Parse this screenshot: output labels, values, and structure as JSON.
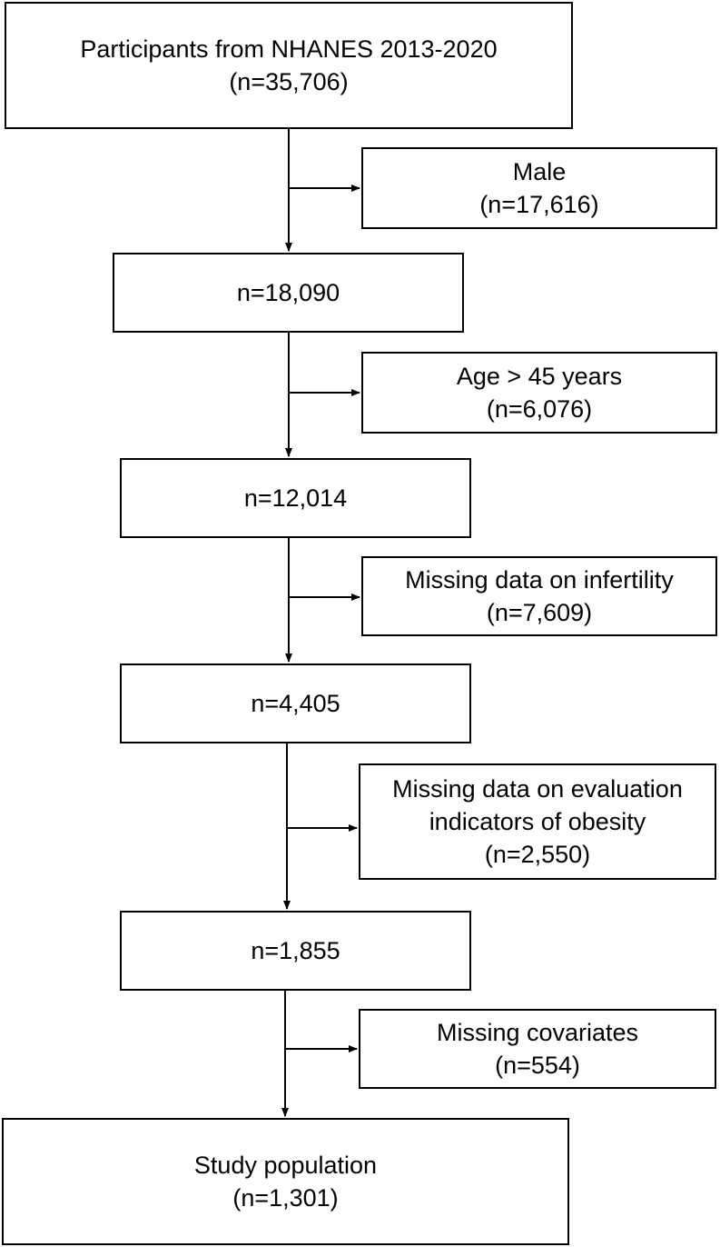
{
  "flowchart": {
    "start": {
      "title": "Participants from NHANES 2013-2020",
      "count": "(n=35,706)"
    },
    "exclusions": [
      {
        "lines": [
          "Male",
          "(n=17,616)"
        ]
      },
      {
        "lines": [
          "Age > 45 years",
          "(n=6,076)"
        ]
      },
      {
        "lines": [
          "Missing data on infertility",
          "(n=7,609)"
        ]
      },
      {
        "lines": [
          "Missing data on evaluation",
          "indicators of obesity",
          "(n=2,550)"
        ]
      },
      {
        "lines": [
          "Missing covariates",
          "(n=554)"
        ]
      }
    ],
    "steps": [
      {
        "label": "n=18,090"
      },
      {
        "label": "n=12,014"
      },
      {
        "label": "n=4,405"
      },
      {
        "label": "n=1,855"
      }
    ],
    "final": {
      "title": "Study population",
      "count": "(n=1,301)"
    }
  },
  "colors": {
    "line": "#000000",
    "box_border": "#000000",
    "background": "#ffffff"
  }
}
